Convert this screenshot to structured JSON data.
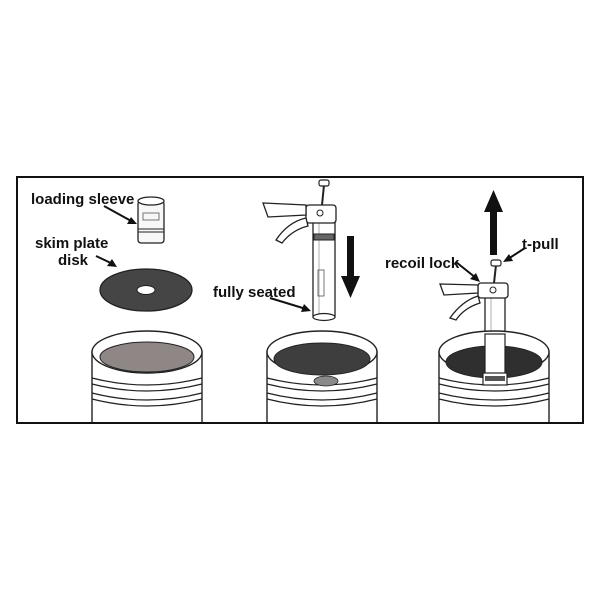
{
  "labels": {
    "loading_sleeve": "loading sleeve",
    "skim_plate_line1": "skim plate",
    "skim_plate_line2": "disk",
    "fully_seated": "fully seated",
    "recoil_lock": "recoil lock",
    "t_pull": "t-pull"
  },
  "colors": {
    "frame": "#111111",
    "skim_disk": "#454545",
    "jar_fill_light": "#8f8686",
    "jar_fill_dark": "#3e3e3e",
    "jar_fill_darkest": "#2f2f2f",
    "hole": "#ffffff",
    "seated_center": "#8a8a8a",
    "arrow": "#111111"
  },
  "icons": [
    "loading-sleeve-icon",
    "skim-plate-disk-icon",
    "caulk-gun-tool-icon",
    "jar-container-icon",
    "down-arrow-icon",
    "up-arrow-icon"
  ]
}
